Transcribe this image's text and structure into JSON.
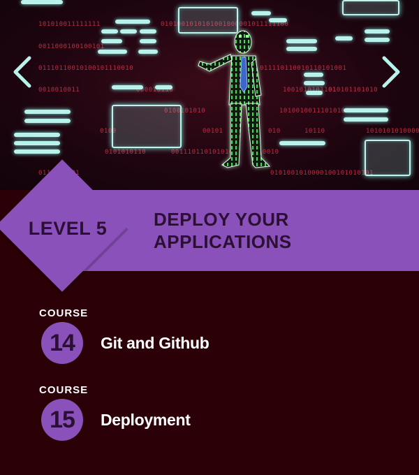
{
  "hero": {
    "binary_strings": [
      "101010011111111",
      "0101001010101001000001011111100",
      "0011000100100101",
      "01110110010100101110010",
      "0010010011",
      "000010110",
      "011110110010110101001",
      "1001010101101",
      "010101101010",
      "10100100111010101",
      "0100101010",
      "0100",
      "00101",
      "010",
      "10110",
      "1010101010000",
      "001110110101010",
      "10010",
      "0101010110",
      "0101001010000100101010101",
      "0110001001"
    ]
  },
  "level": {
    "label": "LEVEL 5",
    "title_line1": "DEPLOY YOUR",
    "title_line2": "APPLICATIONS"
  },
  "courses": [
    {
      "caption": "COURSE",
      "number": "14",
      "title": "Git and Github"
    },
    {
      "caption": "COURSE",
      "number": "15",
      "title": "Deployment"
    }
  ],
  "colors": {
    "background": "#2b0007",
    "accent_purple": "#8b51bb",
    "dark_text": "#2b1033",
    "glow_cyan": "#b9f2ea",
    "binary_red": "#d9324a"
  }
}
